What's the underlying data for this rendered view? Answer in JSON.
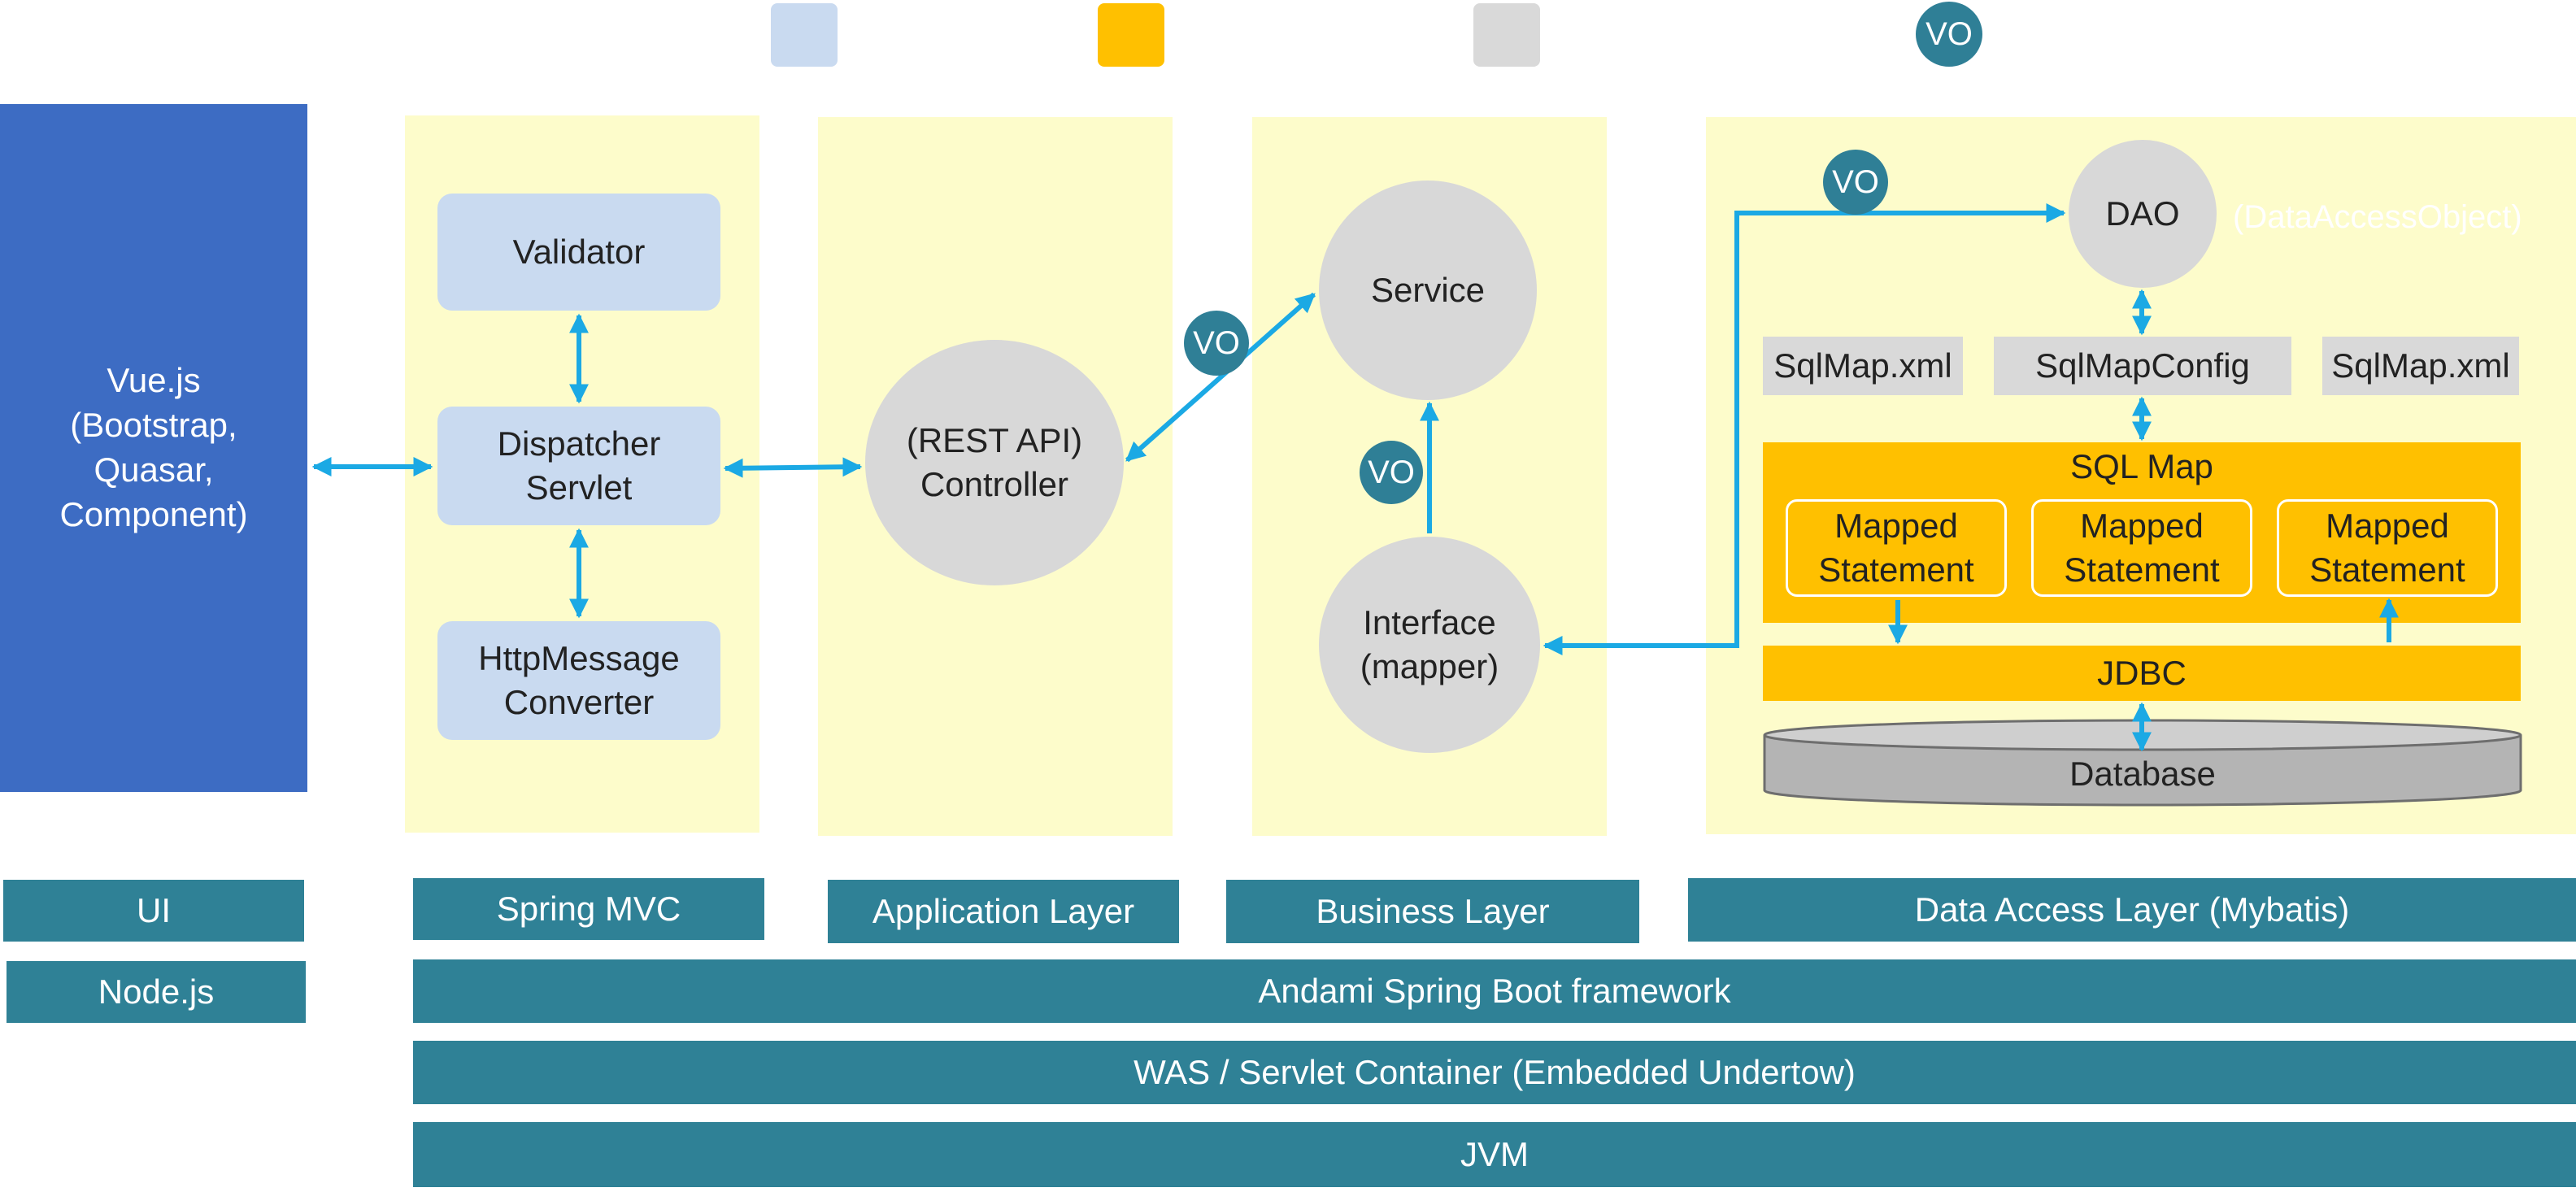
{
  "legend": {
    "colors": {
      "framework": "#c9daf0",
      "sql_map": "#ffc000",
      "component": "#d9d9d9",
      "vo": "#2f7f96"
    },
    "vo_label": "VO"
  },
  "ui": {
    "label": "Vue.js\n(Bootstrap,\nQuasar,\nComponent)",
    "color": "#3d6cc3"
  },
  "spring_mvc": {
    "validator": "Validator",
    "dispatcher": "Dispatcher\nServlet",
    "converter": "HttpMessage\nConverter"
  },
  "application": {
    "controller": "(REST API)\nController"
  },
  "business": {
    "service": "Service",
    "interface": "Interface\n(mapper)",
    "vo_label": "VO"
  },
  "data_access": {
    "dao": "DAO",
    "dao_note": "(DataAccessObject)",
    "sqlmap_left": "SqlMap.xml",
    "sqlmap_config": "SqlMapConfig",
    "sqlmap_right": "SqlMap.xml",
    "sql_map_title": "SQL Map",
    "mapped_1": "Mapped\nStatement",
    "mapped_2": "Mapped\nStatement",
    "mapped_3": "Mapped\nStatement",
    "jdbc": "JDBC",
    "database": "Database",
    "vo_label": "VO"
  },
  "between": {
    "vo_label": "VO"
  },
  "layers": {
    "ui": "UI",
    "spring_mvc": "Spring MVC",
    "application": "Application Layer",
    "business": "Business Layer",
    "data_access": "Data Access Layer (Mybatis)",
    "nodejs": "Node.js",
    "framework": "Andami Spring Boot framework",
    "was": "WAS / Servlet Container (Embedded Undertow)",
    "jvm": "JVM"
  }
}
